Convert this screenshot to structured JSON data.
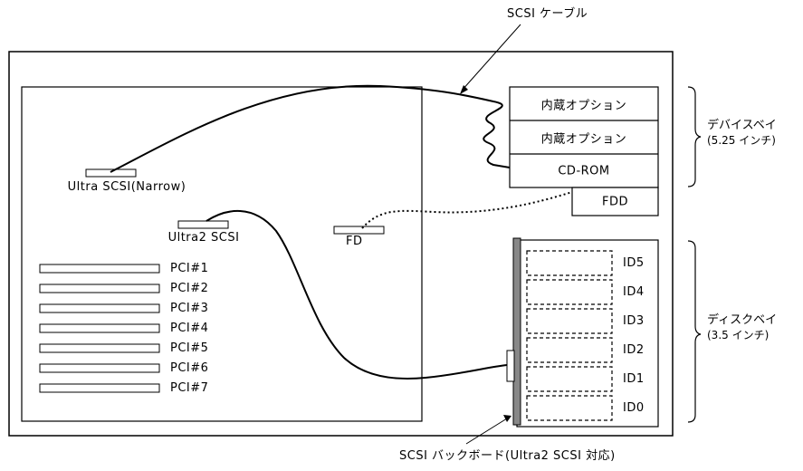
{
  "labels": {
    "scsi_cable": "SCSI ケーブル",
    "ultra_scsi": "Ultra SCSI(Narrow)",
    "ultra2_scsi": "Ultra2 SCSI",
    "fd": "FD",
    "backplane": "SCSI バックボード(Ultra2 SCSI 対応)"
  },
  "pci_slots": [
    "PCI#1",
    "PCI#2",
    "PCI#3",
    "PCI#4",
    "PCI#5",
    "PCI#6",
    "PCI#7"
  ],
  "device_bay": {
    "title": "デバイスベイ",
    "subtitle": "(5.25 インチ)",
    "items": [
      "内蔵オプション",
      "内蔵オプション",
      "CD-ROM"
    ],
    "fdd": "FDD"
  },
  "disk_bay": {
    "title": "ディスクベイ",
    "subtitle": "(3.5 インチ)",
    "slots": [
      "ID5",
      "ID4",
      "ID3",
      "ID2",
      "ID1",
      "ID0"
    ]
  }
}
